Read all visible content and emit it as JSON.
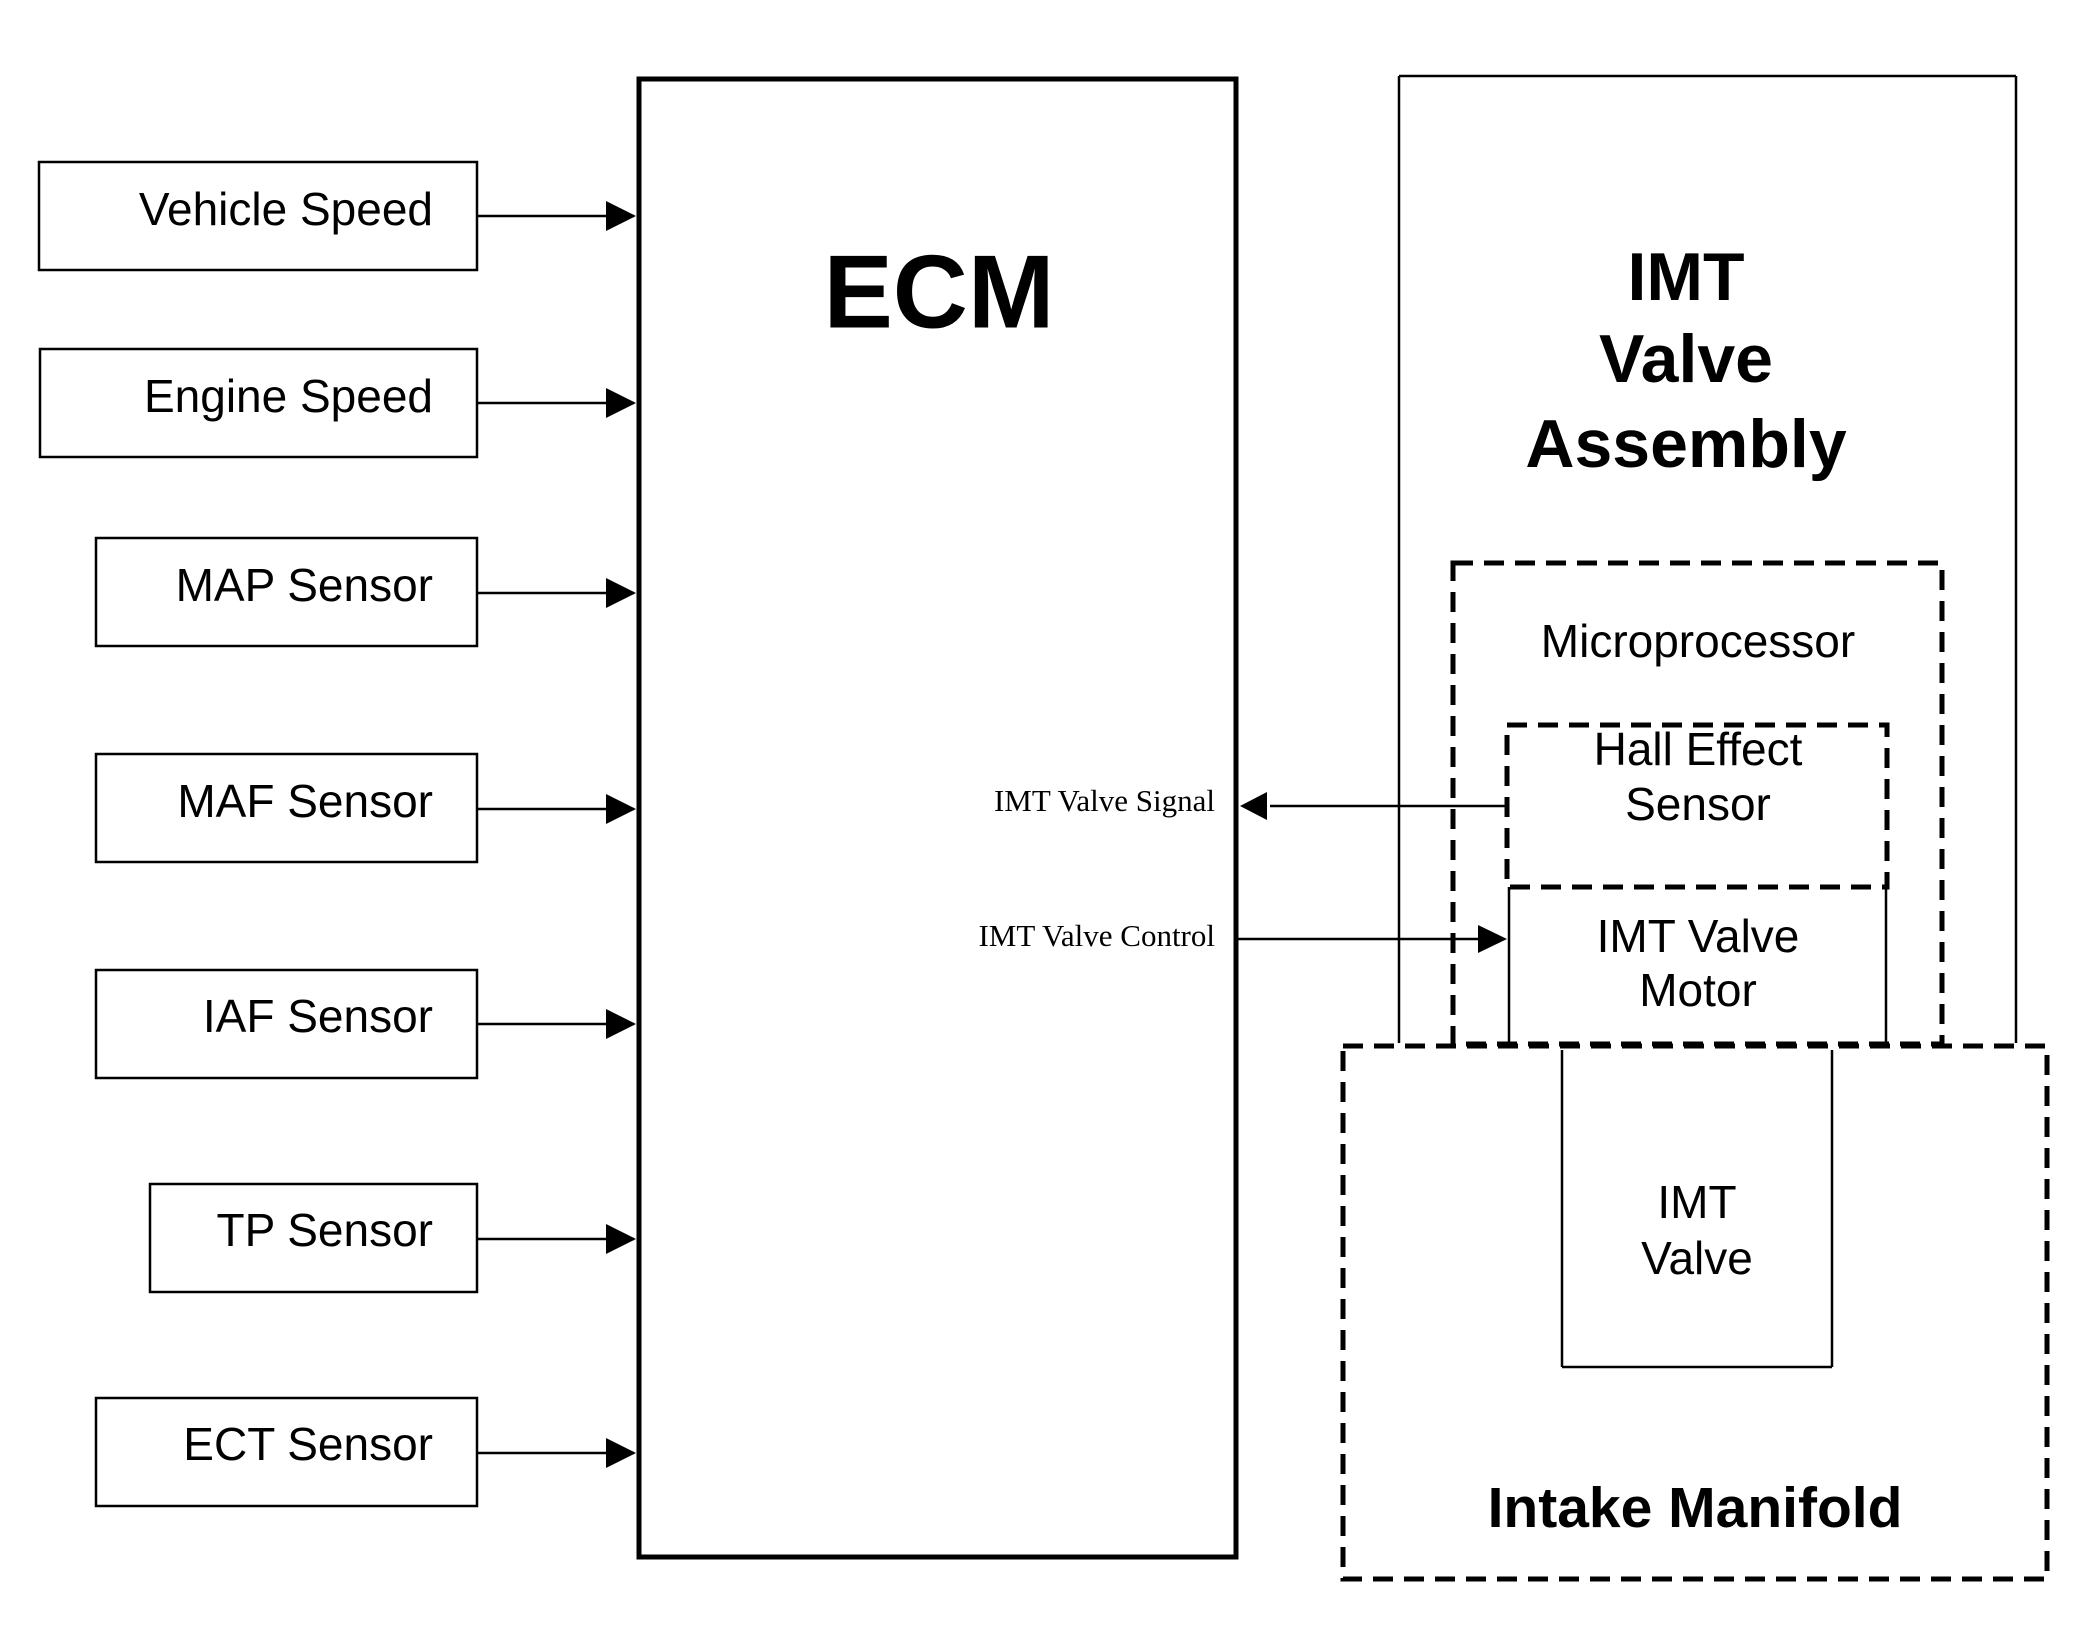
{
  "inputs": [
    {
      "label": "Vehicle Speed"
    },
    {
      "label": "Engine Speed"
    },
    {
      "label": "MAP Sensor"
    },
    {
      "label": "MAF Sensor"
    },
    {
      "label": "IAF Sensor"
    },
    {
      "label": "TP Sensor"
    },
    {
      "label": "ECT Sensor"
    }
  ],
  "ecm": {
    "title": "ECM",
    "signal_label": "IMT Valve Signal",
    "control_label": "IMT Valve Control"
  },
  "assembly": {
    "title_line1": "IMT",
    "title_line2": "Valve",
    "title_line3": "Assembly",
    "microprocessor": "Microprocessor",
    "hall_line1": "Hall Effect",
    "hall_line2": "Sensor",
    "motor_line1": "IMT Valve",
    "motor_line2": "Motor"
  },
  "manifold": {
    "title": "Intake Manifold",
    "valve_line1": "IMT",
    "valve_line2": "Valve"
  }
}
